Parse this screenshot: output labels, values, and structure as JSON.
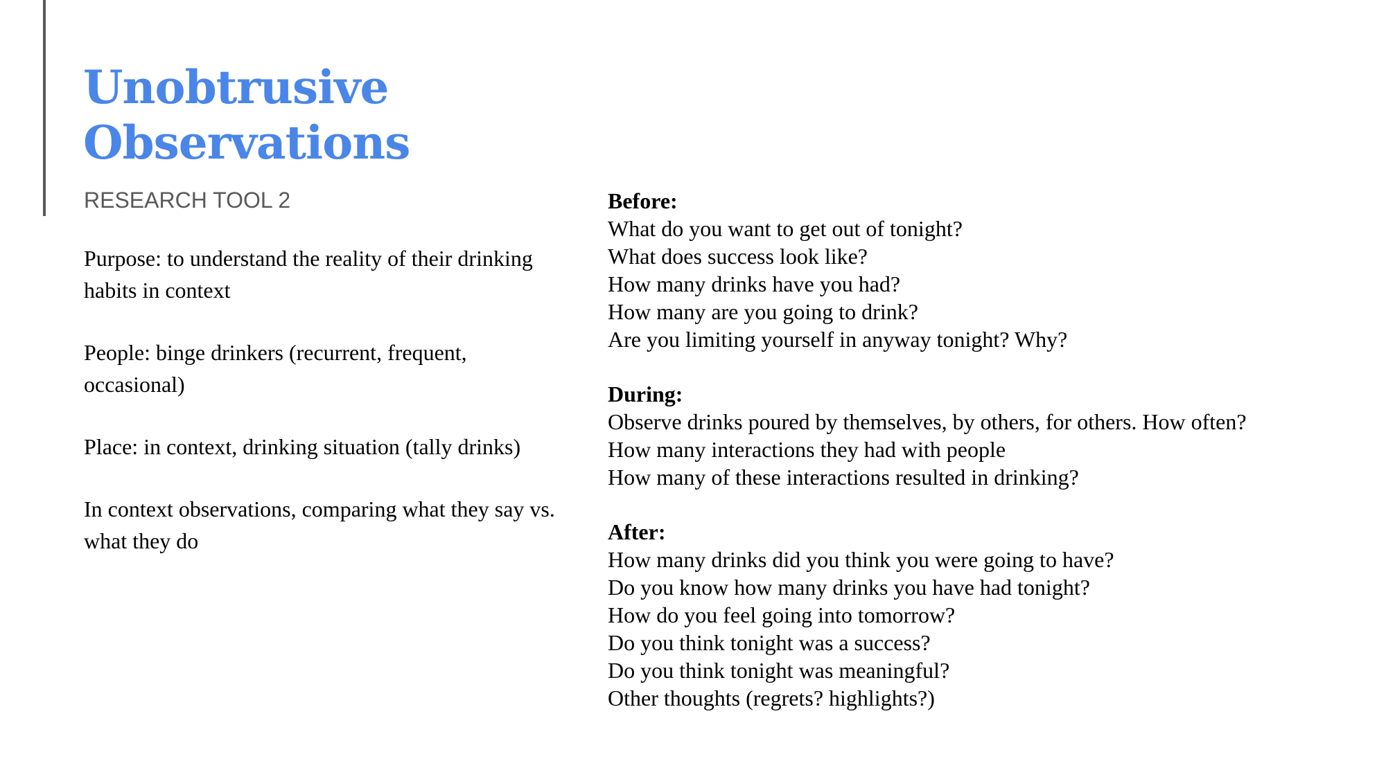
{
  "title": {
    "line1": "Unobtrusive",
    "line2": "Observations"
  },
  "subtitle": "RESEARCH TOOL 2",
  "left": {
    "purpose": "Purpose: to understand the reality of their drinking habits in context",
    "people": "People: binge drinkers (recurrent, frequent, occasional)",
    "place": "Place: in context, drinking situation (tally drinks)",
    "observations": "In context observations, comparing what they say vs. what they do"
  },
  "right": {
    "before": {
      "heading": "Before:",
      "lines": [
        "What do you want to get out of tonight?",
        "What does success look like?",
        "How many drinks have you had?",
        "How many are you going to drink?",
        "Are you limiting yourself in anyway tonight? Why?"
      ]
    },
    "during": {
      "heading": "During:",
      "lines": [
        "Observe drinks poured by themselves, by others, for others. How often?",
        "How many interactions they had with people",
        "How many of these interactions resulted in drinking?"
      ]
    },
    "after": {
      "heading": "After:",
      "lines": [
        "How many drinks did you think you were going to have?",
        "Do you know how many drinks you have had tonight?",
        "How do you feel going into tomorrow?",
        "Do you think tonight was a success?",
        "Do you think tonight was meaningful?",
        "Other thoughts (regrets? highlights?)"
      ]
    }
  }
}
